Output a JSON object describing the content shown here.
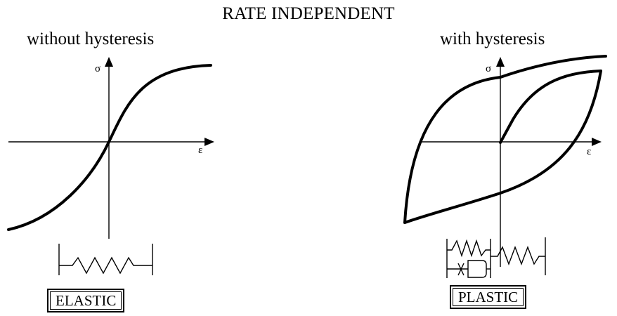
{
  "title": "RATE INDEPENDENT",
  "left_panel": {
    "subtitle": "without hysteresis",
    "y_axis_symbol": "σ",
    "x_axis_symbol": "ε",
    "model_label": "ELASTIC"
  },
  "right_panel": {
    "subtitle": "with hysteresis",
    "y_axis_symbol": "σ",
    "x_axis_symbol": "ε",
    "model_label": "PLASTIC"
  }
}
